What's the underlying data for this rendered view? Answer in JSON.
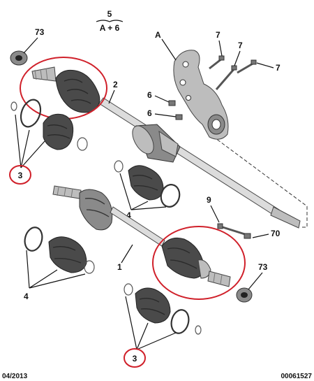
{
  "header": {
    "top": "5",
    "bottom": "A + 6"
  },
  "labels": {
    "shaft_right": "2",
    "shaft_left": "1",
    "knuckle": "A",
    "bolt_1": "7",
    "bolt_2": "7",
    "bolt_3": "7",
    "stud_1": "6",
    "stud_2": "6",
    "nut_top": "73",
    "nut_bottom": "73",
    "boot_kit_top": "3",
    "boot_kit_bottom": "3",
    "boot_kit_mid": "4",
    "boot_kit_left": "4",
    "pin": "9",
    "screw": "70"
  },
  "footer": {
    "date": "04/2013",
    "ref": "00061527"
  },
  "colors": {
    "highlight": "#d0202a",
    "ink": "#111111"
  }
}
